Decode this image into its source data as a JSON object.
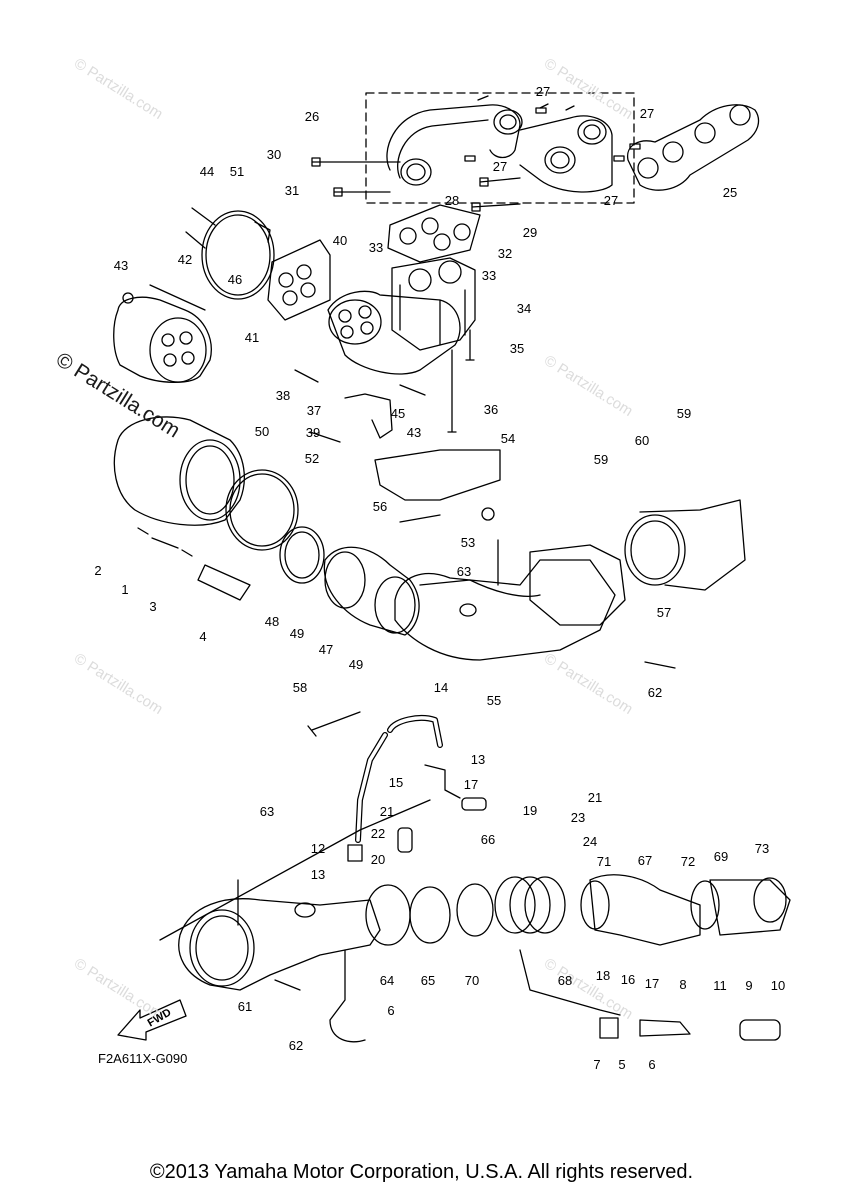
{
  "diagram": {
    "diagram_code": "F2A611X-G090",
    "fwd_label": "FWD",
    "watermark_text": "© Partzilla.com",
    "copyright": "©2013 Yamaha Motor Corporation, U.S.A. All rights reserved.",
    "part_numbers": [
      "1",
      "2",
      "3",
      "4",
      "5",
      "6",
      "7",
      "8",
      "9",
      "10",
      "11",
      "12",
      "13",
      "14",
      "15",
      "16",
      "17",
      "18",
      "19",
      "20",
      "21",
      "22",
      "23",
      "24",
      "25",
      "26",
      "27",
      "28",
      "29",
      "30",
      "31",
      "32",
      "33",
      "34",
      "35",
      "36",
      "37",
      "38",
      "39",
      "40",
      "41",
      "42",
      "43",
      "44",
      "45",
      "46",
      "47",
      "48",
      "49",
      "50",
      "51",
      "52",
      "53",
      "54",
      "55",
      "56",
      "57",
      "58",
      "59",
      "60",
      "61",
      "62",
      "63",
      "64",
      "65",
      "66",
      "67",
      "68",
      "69",
      "70",
      "71",
      "72",
      "73"
    ],
    "line_color": "#000000",
    "watermark_color": "#dcdcdc"
  }
}
